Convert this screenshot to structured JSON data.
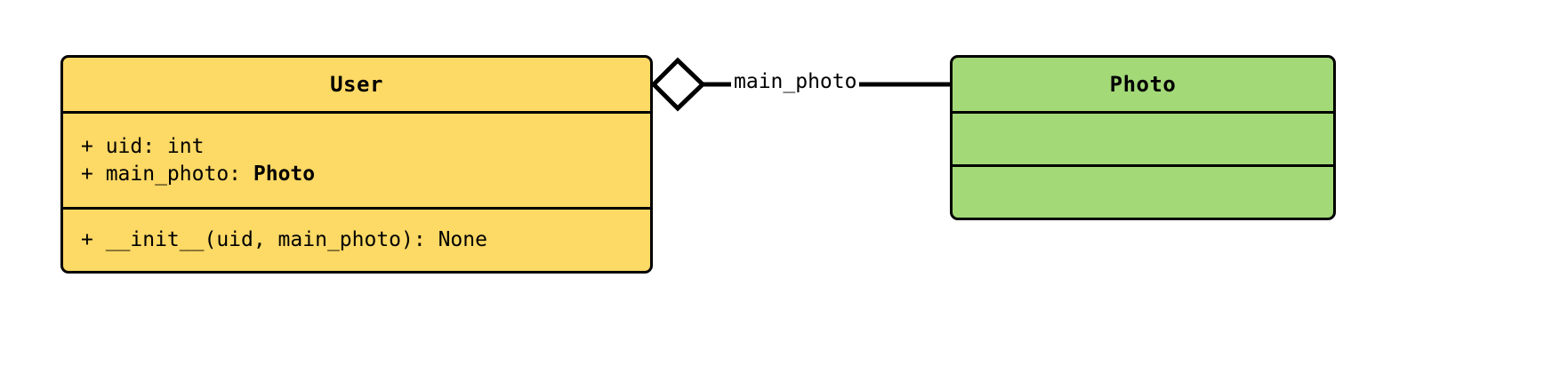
{
  "diagram": {
    "type": "uml-class-diagram",
    "background": "#ffffff",
    "classes": [
      {
        "id": "user",
        "name": "User",
        "fill": "#fdd965",
        "stroke": "#000000",
        "attributes": [
          {
            "text": "+ uid: int",
            "bold_suffix": ""
          },
          {
            "prefix": "+ main_photo: ",
            "bold_suffix": "Photo"
          }
        ],
        "methods": [
          {
            "text": "+ __init__(uid, main_photo): None"
          }
        ]
      },
      {
        "id": "photo",
        "name": "Photo",
        "fill": "#a3d977",
        "stroke": "#000000",
        "attributes": [],
        "methods": []
      }
    ],
    "relationship": {
      "kind": "aggregation",
      "source": "User",
      "target": "Photo",
      "label": "main_photo",
      "diamond_fill": "#ffffff",
      "diamond_stroke": "#000000"
    }
  }
}
